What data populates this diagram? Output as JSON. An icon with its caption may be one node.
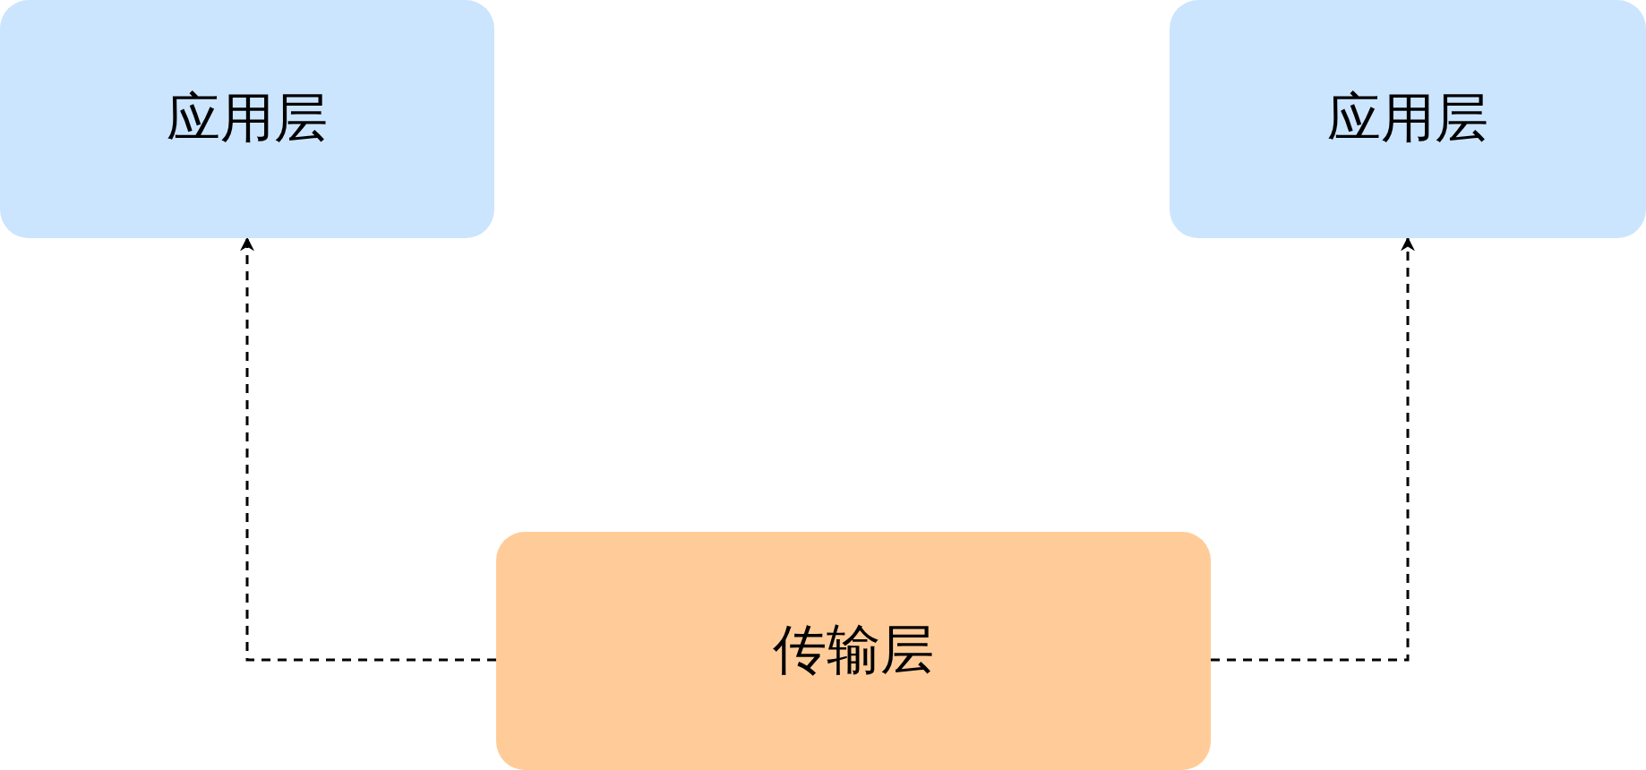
{
  "diagram": {
    "nodes": [
      {
        "text": [
          "应用层"
        ]
      },
      {
        "text": [
          "应用层"
        ]
      },
      {
        "text": [
          "传输层"
        ]
      }
    ],
    "edges": [
      {
        "from": 2,
        "to": 0,
        "arrow": "to",
        "style": "dashed"
      },
      {
        "from": 2,
        "to": 1,
        "arrow": "to",
        "style": "dashed"
      }
    ]
  }
}
